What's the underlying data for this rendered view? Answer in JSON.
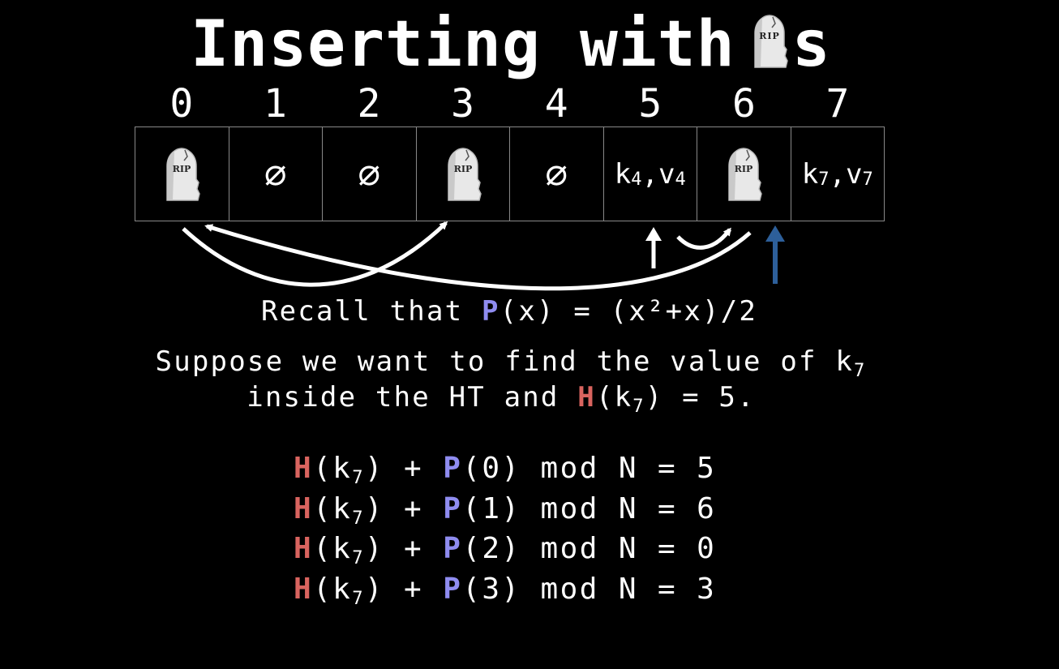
{
  "title": {
    "text": "Inserting with",
    "suffix": "s",
    "icon": "tombstone-rip-icon",
    "icon_text": "RIP"
  },
  "indices": [
    "0",
    "1",
    "2",
    "3",
    "4",
    "5",
    "6",
    "7"
  ],
  "cells": [
    {
      "kind": "tombstone",
      "icon": "tombstone-rip-icon"
    },
    {
      "kind": "empty",
      "symbol": "∅"
    },
    {
      "kind": "empty",
      "symbol": "∅"
    },
    {
      "kind": "tombstone",
      "icon": "tombstone-rip-icon"
    },
    {
      "kind": "empty",
      "symbol": "∅"
    },
    {
      "kind": "pair",
      "k": "k",
      "ksub": "4",
      "sep": ",",
      "v": "v",
      "vsub": "4"
    },
    {
      "kind": "tombstone",
      "icon": "tombstone-rip-icon"
    },
    {
      "kind": "pair",
      "k": "k",
      "ksub": "7",
      "sep": ",",
      "v": "v",
      "vsub": "7"
    }
  ],
  "recall": {
    "pre": "Recall that ",
    "fn": "P",
    "post": "(x) = (x²+x)/2"
  },
  "suppose": {
    "line1_pre": "Suppose we want to find the value of k",
    "line1_sub": "7",
    "line2_pre": "inside the HT and ",
    "line2_fn": "H",
    "line2_mid": "(k",
    "line2_sub": "7",
    "line2_post": ") = 5."
  },
  "equations": [
    {
      "h": "H",
      "k": "(k",
      "sub": "7",
      "mid": ") + ",
      "p": "P",
      "rest": "(0) mod N = 5"
    },
    {
      "h": "H",
      "k": "(k",
      "sub": "7",
      "mid": ") + ",
      "p": "P",
      "rest": "(1) mod N = 6"
    },
    {
      "h": "H",
      "k": "(k",
      "sub": "7",
      "mid": ") + ",
      "p": "P",
      "rest": "(2) mod N = 0"
    },
    {
      "h": "H",
      "k": "(k",
      "sub": "7",
      "mid": ") + ",
      "p": "P",
      "rest": "(3) mod N = 3"
    }
  ],
  "colors": {
    "hash_fn": "#d9645f",
    "probe_fn": "#8f8cf0",
    "insert_pointer": "#2d5f9a",
    "grid": "#888888"
  }
}
